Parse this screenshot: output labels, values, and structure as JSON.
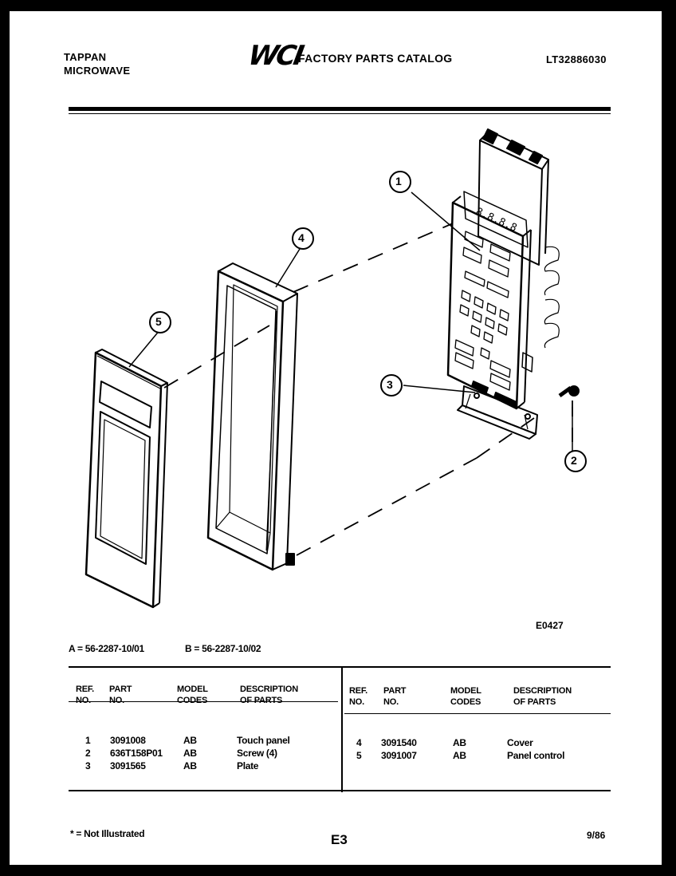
{
  "header": {
    "brand": "TAPPAN",
    "product": "MICROWAVE",
    "logo": "WCI",
    "catalog_title": "FACTORY PARTS CATALOG",
    "model_number": "LT32886030"
  },
  "diagram": {
    "callouts": [
      "1",
      "2",
      "3",
      "4",
      "5"
    ],
    "figure_code": "E0427"
  },
  "model_codes": {
    "a": "A = 56-2287-10/01",
    "b": "B = 56-2287-10/02"
  },
  "parts_table": {
    "columns": [
      "REF.\nNO.",
      "PART\nNO.",
      "MODEL\nCODES",
      "DESCRIPTION\nOF PARTS"
    ],
    "left_rows": [
      {
        "ref": "1",
        "part": "3091008",
        "codes": "AB",
        "desc": "Touch panel"
      },
      {
        "ref": "2",
        "part": "636T158P01",
        "codes": "AB",
        "desc": "Screw (4)"
      },
      {
        "ref": "3",
        "part": "3091565",
        "codes": "AB",
        "desc": "Plate"
      }
    ],
    "right_rows": [
      {
        "ref": "4",
        "part": "3091540",
        "codes": "AB",
        "desc": "Cover"
      },
      {
        "ref": "5",
        "part": "3091007",
        "codes": "AB",
        "desc": "Panel control"
      }
    ]
  },
  "footer": {
    "note": "* = Not Illustrated",
    "page": "E3",
    "date": "9/86"
  }
}
